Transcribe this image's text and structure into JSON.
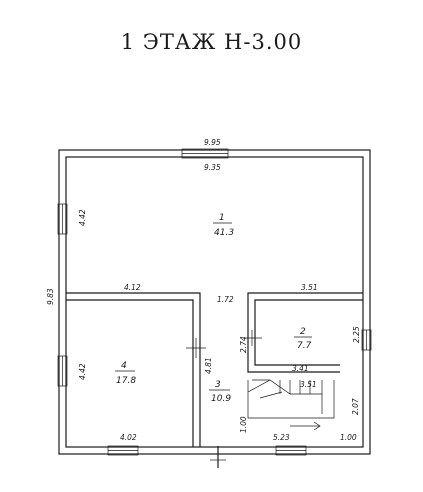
{
  "title": "1 ЭТАЖ Н-3.00",
  "dimensions": {
    "outer_width": "9.95",
    "inner_width": "9.35",
    "outer_height": "9.83",
    "top_left_height": "4.42",
    "bottom_left_height": "4.42",
    "hall_width": "4.12",
    "right_width": "3.51",
    "corridor_width": "1.72",
    "room4_door": "4.81",
    "room2_height": "2.74",
    "room2_width": "3.41",
    "right_wall_height": "2.25",
    "stair_width": "3.51",
    "stair_height": "2.07",
    "bottom_left_width": "4.02",
    "door_left": "1.00",
    "bottom_mid": "5.23",
    "door_right": "1.00"
  },
  "rooms": [
    {
      "number": "1",
      "area": "41.3"
    },
    {
      "number": "2",
      "area": "7.7"
    },
    {
      "number": "3",
      "area": "10.9"
    },
    {
      "number": "4",
      "area": "17.8"
    }
  ]
}
